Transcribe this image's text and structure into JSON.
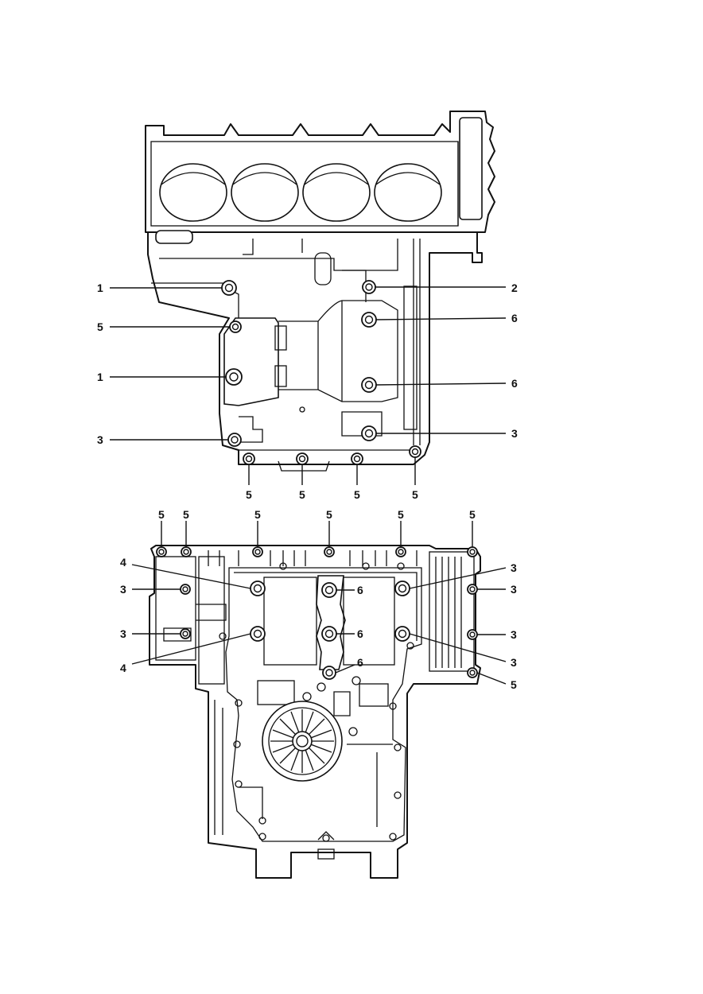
{
  "upper_view": {
    "labels": {
      "l1a": "1",
      "l5a": "5",
      "l1b": "1",
      "l3a": "3",
      "r2": "2",
      "r6a": "6",
      "r6b": "6",
      "r3": "3",
      "b5a": "5",
      "b5b": "5",
      "b5c": "5",
      "b5d": "5"
    }
  },
  "lower_view": {
    "labels": {
      "t5a": "5",
      "t5b": "5",
      "t5c": "5",
      "t5d": "5",
      "t5e": "5",
      "t5f": "5",
      "l4a": "4",
      "l3a": "3",
      "l3b": "3",
      "l4b": "4",
      "c6a": "6",
      "c6b": "6",
      "c6c": "6",
      "r3a": "3",
      "r3b": "3",
      "r3c": "3",
      "r3d": "3",
      "r5": "5"
    }
  }
}
